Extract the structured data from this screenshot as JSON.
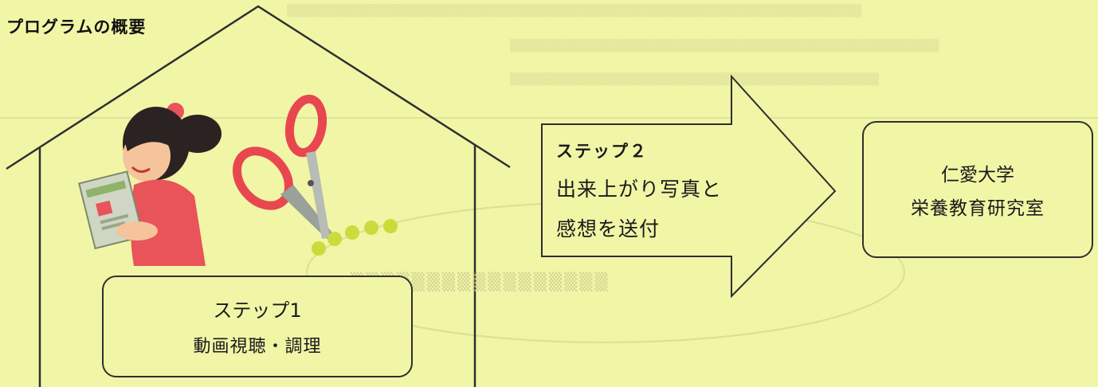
{
  "title": "プログラムの概要",
  "step1": {
    "heading": "ステップ1",
    "text": "動画視聴・調理"
  },
  "step2": {
    "heading": "ステップ２",
    "line1": "出来上がり写真と",
    "line2": "感想を送付"
  },
  "destination": {
    "line1": "仁愛大学",
    "line2": "栄養教育研究室"
  },
  "icons": [
    "house-outline-icon",
    "girl-reading-recipe-icon",
    "scissors-icon",
    "right-arrow-icon"
  ],
  "colors": {
    "background": "#f1f5a6",
    "line": "#2f2f2f",
    "scissors": "#e8474f",
    "shirt": "#e9535a"
  }
}
